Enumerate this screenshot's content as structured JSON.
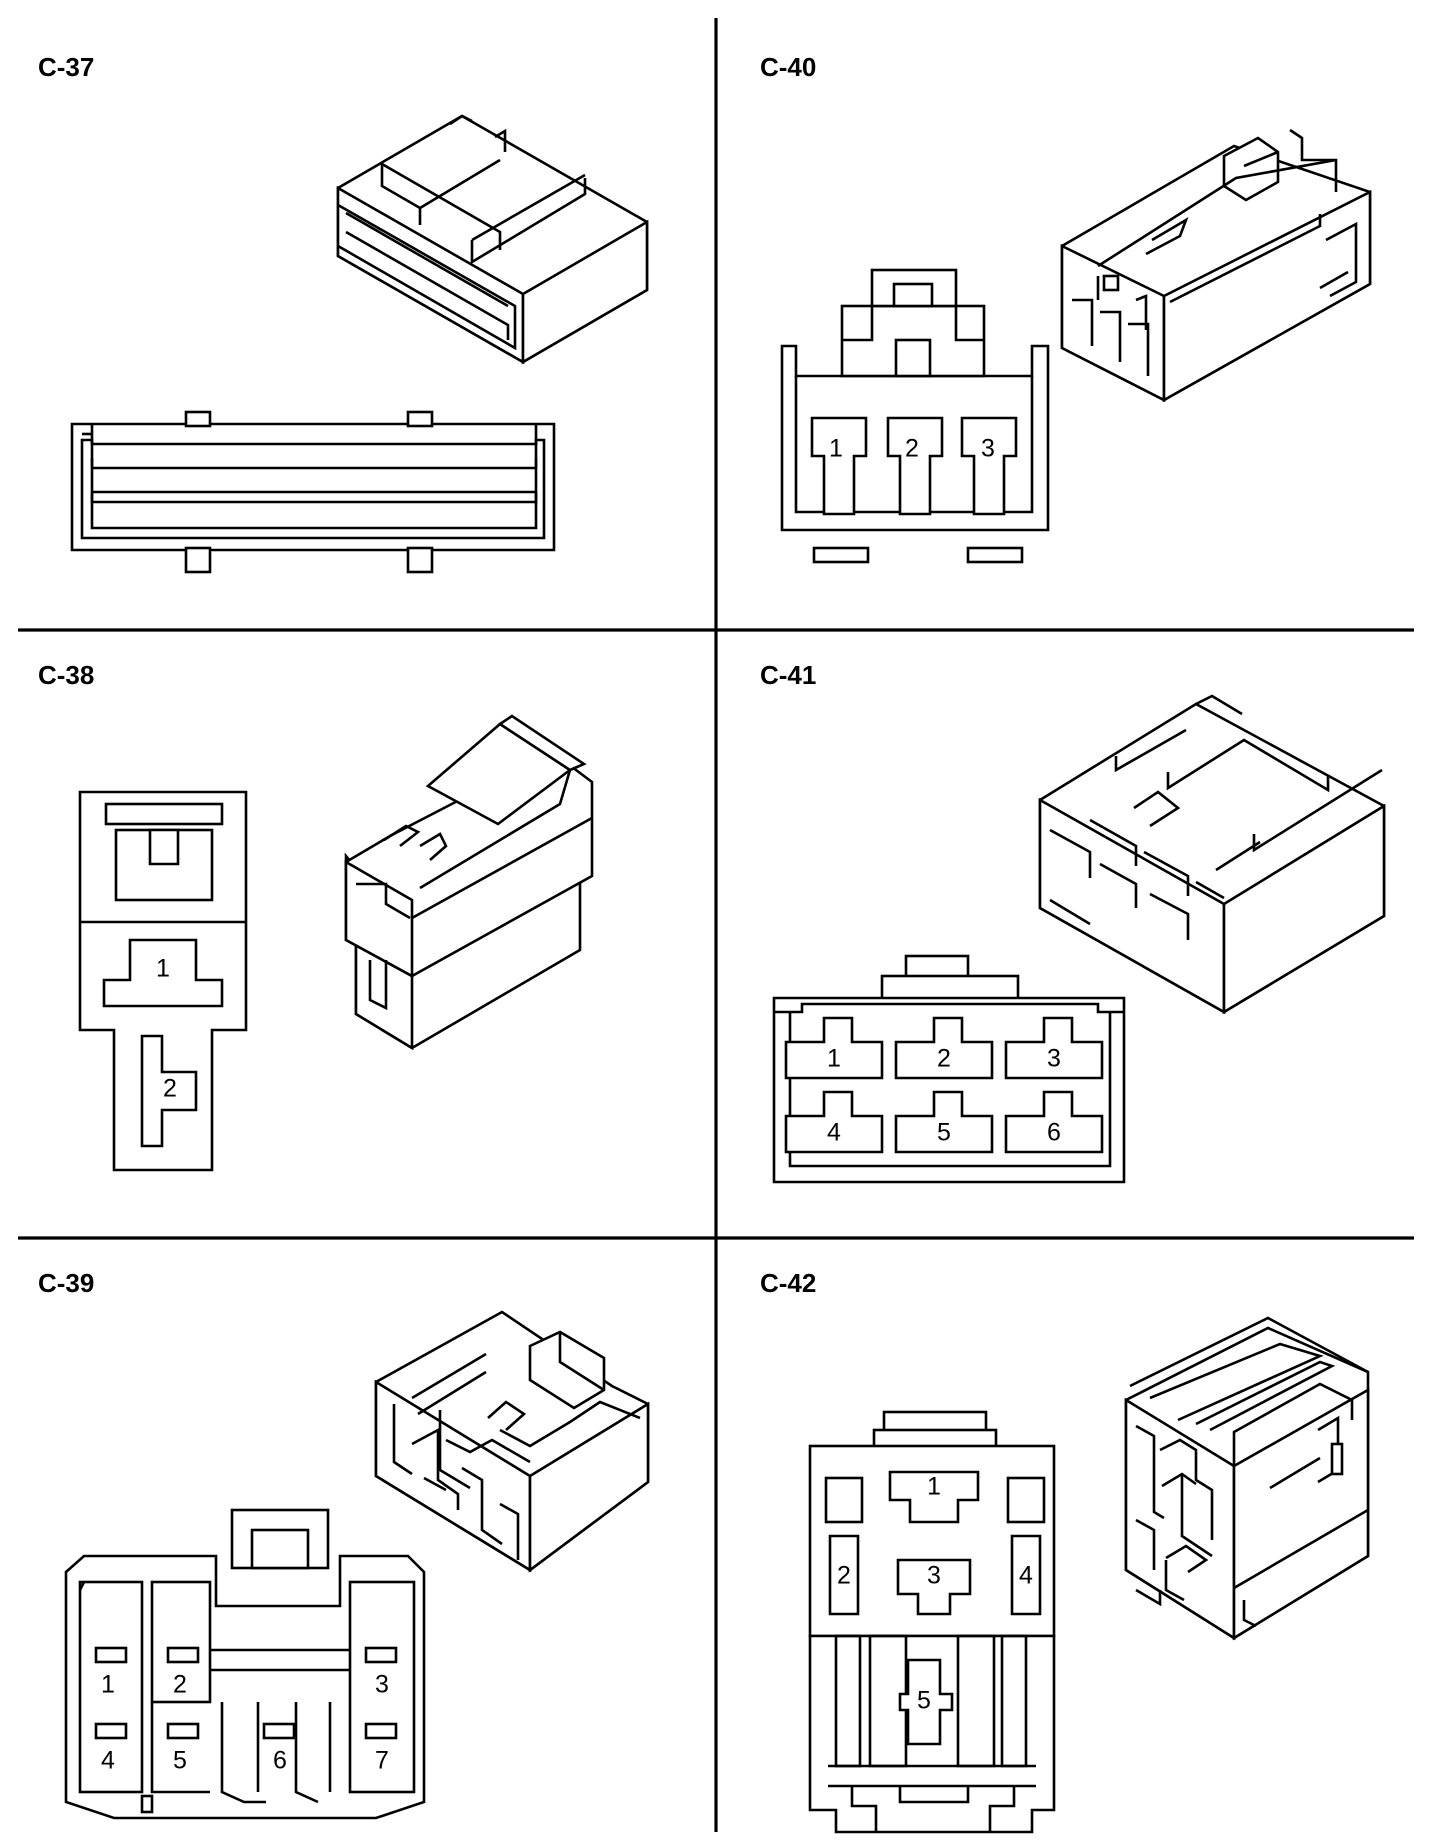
{
  "panels": [
    {
      "id": "C-37",
      "label": "C-37"
    },
    {
      "id": "C-38",
      "label": "C-38",
      "pins": [
        "1",
        "2"
      ]
    },
    {
      "id": "C-39",
      "label": "C-39",
      "pins": [
        "1",
        "2",
        "3",
        "4",
        "5",
        "6",
        "7"
      ]
    },
    {
      "id": "C-40",
      "label": "C-40",
      "pins": [
        "1",
        "2",
        "3"
      ]
    },
    {
      "id": "C-41",
      "label": "C-41",
      "pins": [
        "1",
        "2",
        "3",
        "4",
        "5",
        "6"
      ]
    },
    {
      "id": "C-42",
      "label": "C-42",
      "pins": [
        "1",
        "2",
        "3",
        "4",
        "5"
      ]
    }
  ],
  "style": {
    "line_color": "#000000",
    "background": "#ffffff"
  }
}
